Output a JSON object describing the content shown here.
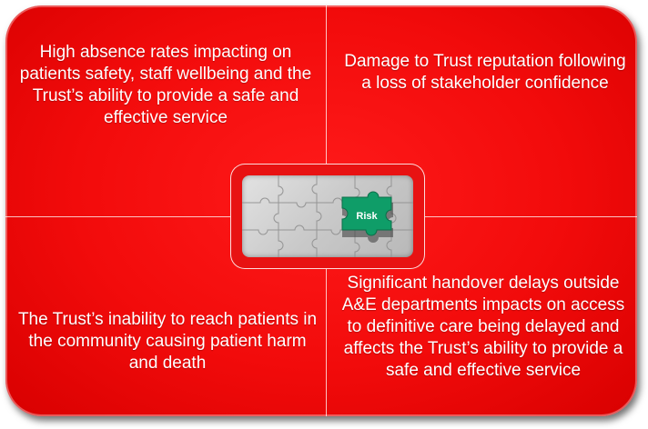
{
  "quadrants": {
    "top_left": "High absence rates impacting on patients safety, staff wellbeing and the Trust’s ability to provide a safe and effective service",
    "top_right": "Damage to Trust reputation following a loss of stakeholder confidence",
    "bottom_left": "The Trust’s inability to reach patients in the community causing patient harm and death",
    "bottom_right": "Significant handover delays outside A&E departments impacts on access to definitive care being delayed and affects the Trust’s ability to provide a safe and effective service"
  },
  "center": {
    "risk_label": "Risk",
    "icon": "puzzle-icon"
  },
  "colors": {
    "background": "#f20b0b",
    "text": "#ffffff",
    "puzzle_grey": "#c9c9c9",
    "risk_piece": "#0f9d68"
  }
}
